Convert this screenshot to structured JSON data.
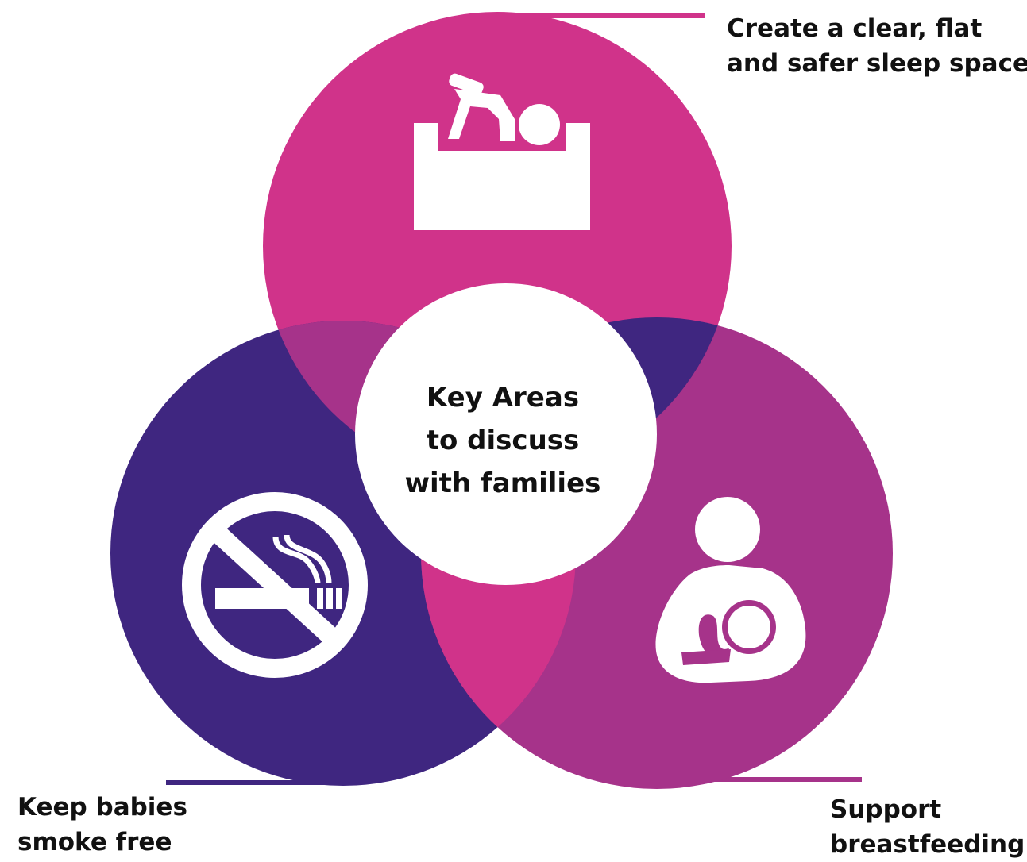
{
  "center": {
    "lines": [
      "Key Areas",
      "to discuss",
      "with families"
    ]
  },
  "areas": [
    {
      "id": "sleep",
      "lines": [
        "Create a clear, flat",
        "and safer sleep space"
      ],
      "icon": "baby-cot-icon",
      "color": "#D0338A"
    },
    {
      "id": "smoke",
      "lines": [
        "Keep babies",
        "smoke free"
      ],
      "icon": "no-smoking-icon",
      "color": "#3F2680"
    },
    {
      "id": "breastfeeding",
      "lines": [
        "Support",
        "breastfeeding"
      ],
      "icon": "breastfeeding-icon",
      "color": "#A6338A"
    }
  ],
  "colors": {
    "overlap_top_left": "#A6338A",
    "overlap_top_right": "#3F2680",
    "overlap_bottom": "#D0338A",
    "center_circle": "#FFFFFF",
    "text": "#111111"
  }
}
